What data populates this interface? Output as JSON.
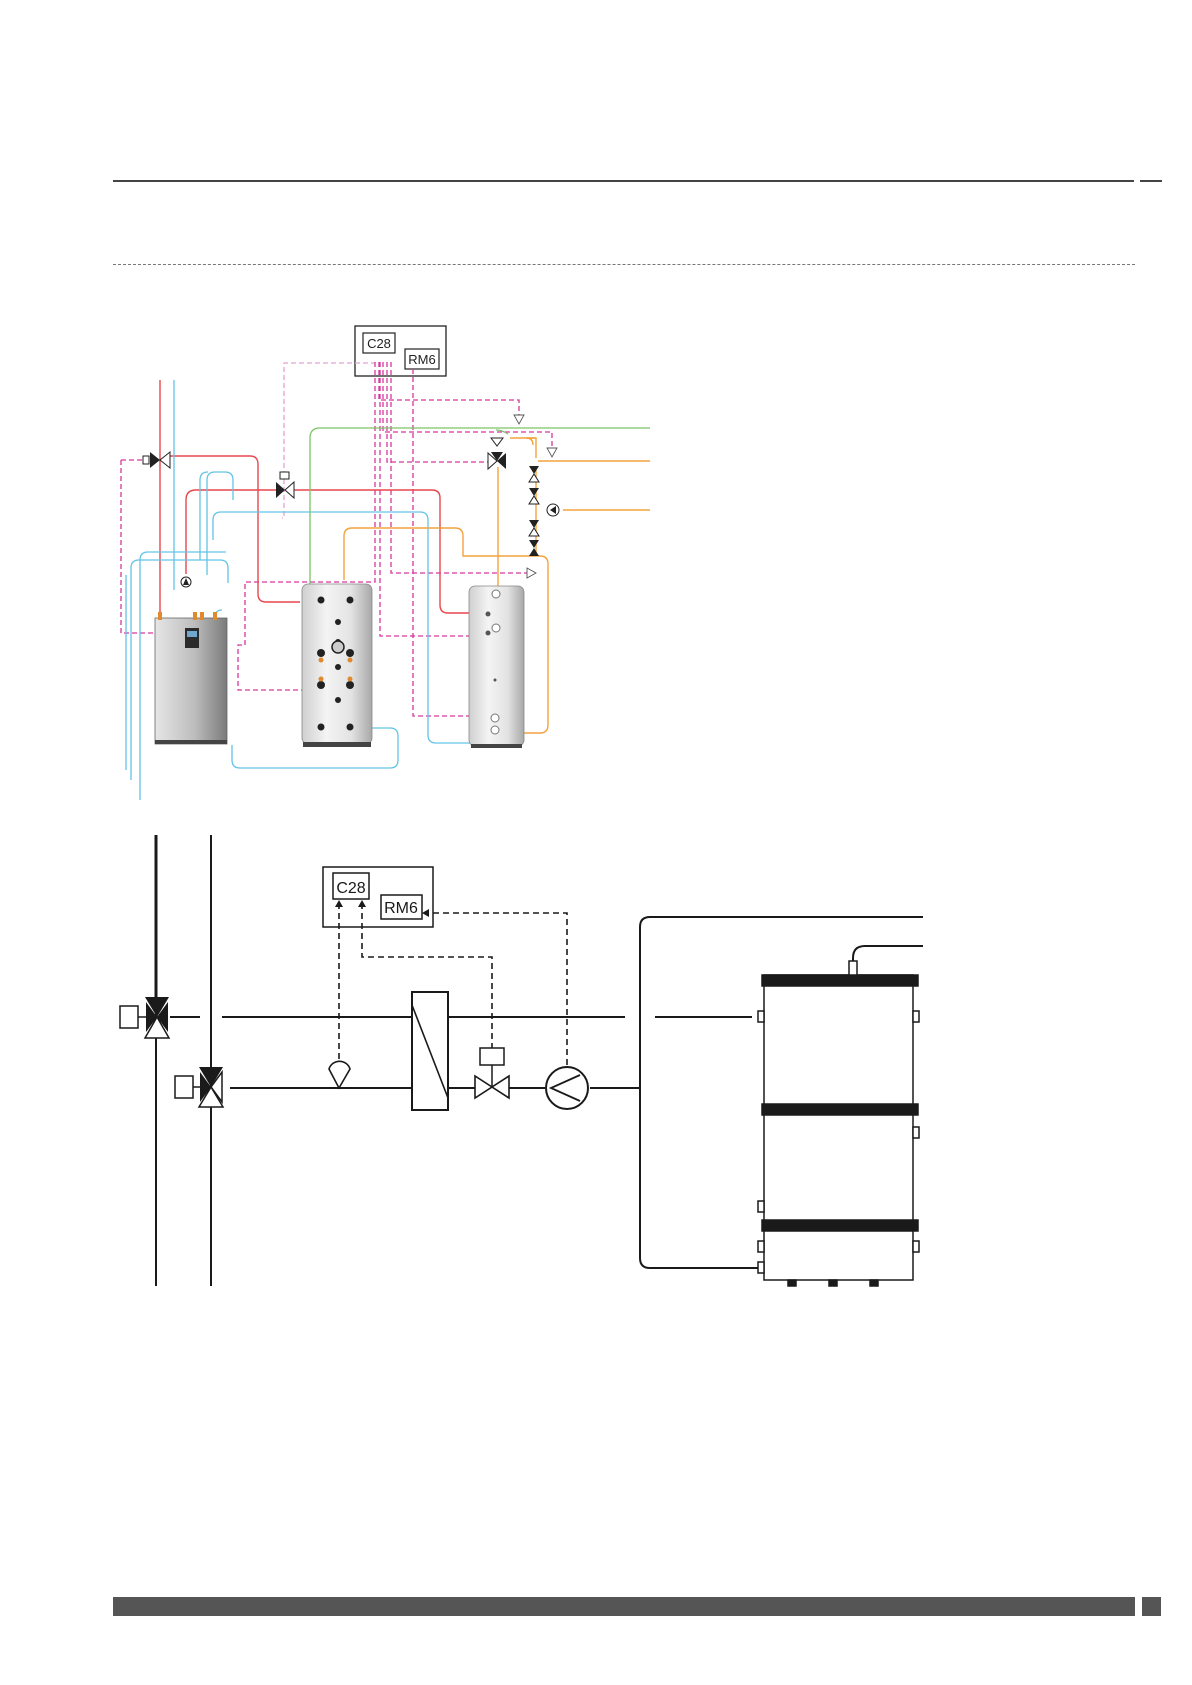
{
  "colors": {
    "flow_red": "#e8474e",
    "return_blue": "#63c3e6",
    "glycol_green": "#7cc366",
    "dhw_orange": "#f4a33f",
    "control_pink": "#d8379f",
    "control_light_pink": "#eaa0d4",
    "line_black": "#1a1a1a",
    "rule_gray": "#555555"
  },
  "top_schematic": {
    "controller_label": "C28",
    "room_module_label": "RM6"
  },
  "bottom_schematic": {
    "controller_label": "C28",
    "room_module_label": "RM6"
  }
}
